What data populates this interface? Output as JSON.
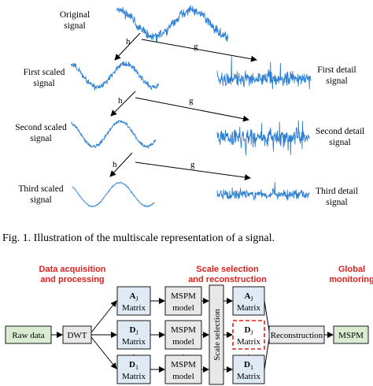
{
  "fig1": {
    "labels": {
      "original": [
        "Original",
        "signal"
      ],
      "first_scaled": [
        "First scaled",
        "signal"
      ],
      "second_scaled": [
        "Second scaled",
        "signal"
      ],
      "third_scaled": [
        "Third scaled",
        "signal"
      ],
      "first_detail": [
        "First detail",
        "signal"
      ],
      "second_detail": [
        "Second detail",
        "signal"
      ],
      "third_detail": [
        "Third detail",
        "signal"
      ]
    },
    "filter_low": "h",
    "filter_high": "g",
    "caption": "Fig. 1.   Illustration of the multiscale representation of a signal."
  },
  "fig2": {
    "headings": {
      "acquisition": [
        "Data acquisition",
        "and processing"
      ],
      "scale": [
        "Scale selection",
        "and reconstruction"
      ],
      "global": [
        "Global",
        "monitoring"
      ]
    },
    "raw_data": "Raw data",
    "dwt": "DWT",
    "matrix_word": "Matrix",
    "a_letter": "A",
    "a_sub": "J",
    "dj_letter": "D",
    "dj_sub": "J",
    "d1_letter": "D",
    "d1_sub": "1",
    "mspm_model": [
      "MSPM",
      "model"
    ],
    "vdots": "⋮",
    "scale_selection": "Scale selection",
    "reconstruction": "Reconstruction",
    "mspm": "MSPM"
  },
  "colors": {
    "signal": "#2d7fd4",
    "heading_red": "#e0201c",
    "box_green": "#d9ecd2",
    "box_blue": "#dfeaf5",
    "box_grey": "#e8e8e8",
    "dashed_red": "#e0201c"
  }
}
